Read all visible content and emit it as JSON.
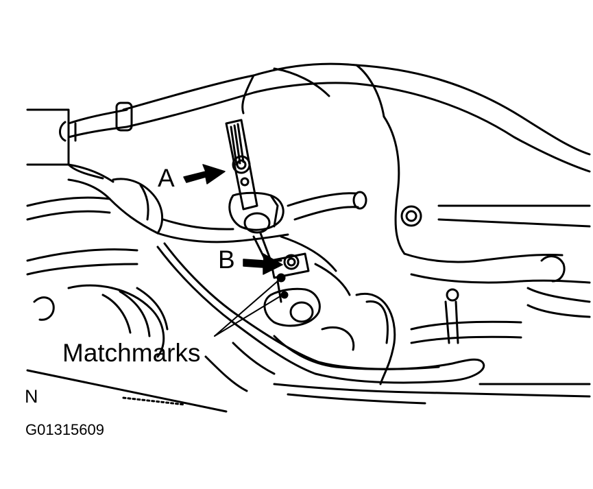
{
  "labels": {
    "a": "A",
    "b": "B",
    "matchmarks": "Matchmarks",
    "view_direction": "N",
    "figure_code": "G01315609"
  },
  "colors": {
    "ink": "#000000",
    "paper": "#ffffff"
  }
}
